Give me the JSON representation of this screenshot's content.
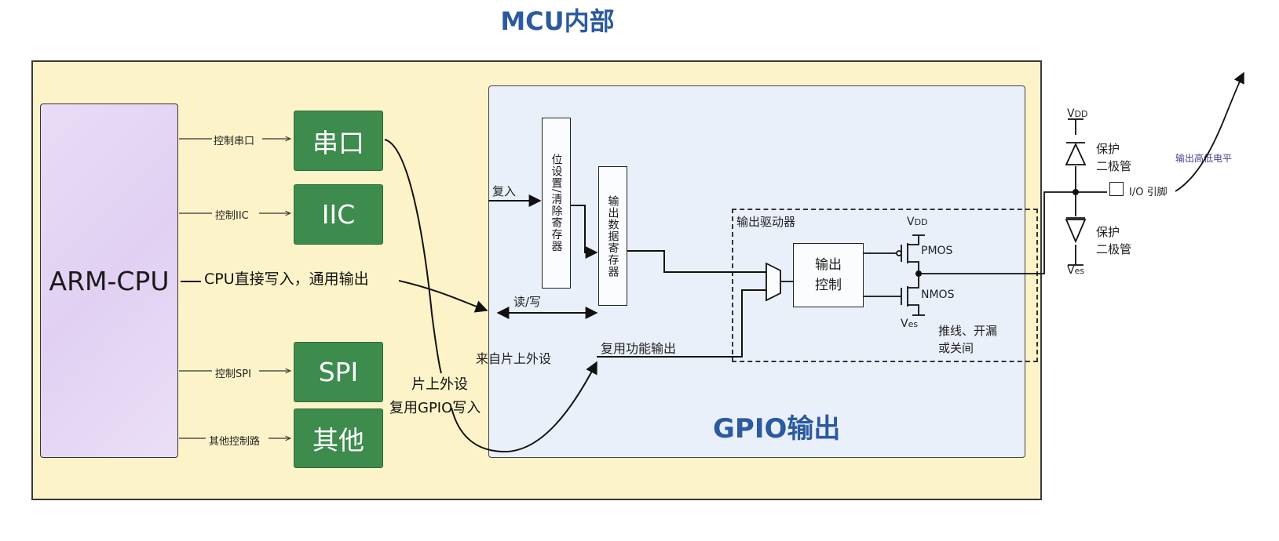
{
  "title": "MCU内部",
  "cpu": {
    "label": "ARM-CPU"
  },
  "peripherals": [
    {
      "label": "串口",
      "control": "控制串口"
    },
    {
      "label": "IIC",
      "control": "控制IIC"
    },
    {
      "label": "SPI",
      "control": "控制SPI"
    },
    {
      "label": "其他",
      "control": "其他控制路"
    }
  ],
  "cpu_direct_write": "CPU直接写入，通用输出",
  "onchip_write": {
    "line1": "片上外设",
    "line2": "复用GPIO写入"
  },
  "gpio": {
    "title": "GPIO输出",
    "write_in": "复入",
    "set_clear_register": "位设置/清除寄存器",
    "output_data_register": "输出数据寄存器",
    "read_write": "读/写",
    "from_onchip": "来自片上外设",
    "alt_output": "复用功能输出",
    "driver_label": "输出驱动器",
    "output_control": {
      "line1": "输出",
      "line2": "控制"
    },
    "pmos": "PMOS",
    "nmos": "NMOS",
    "vdd": {
      "v": "V",
      "sub": "DD"
    },
    "vss": {
      "v": "V",
      "sub": "es"
    },
    "mode_note": {
      "line1": "推线、开漏",
      "line2": "或关间"
    }
  },
  "pin_side": {
    "vdd": {
      "v": "V",
      "sub": "DD"
    },
    "vss": {
      "v": "V",
      "sub": "es"
    },
    "protect_top": {
      "line1": "保护",
      "line2": "二极管"
    },
    "protect_bottom": {
      "line1": "保护",
      "line2": "二极管"
    },
    "pin_label": "I/O 引脚",
    "output_level": "输出高低电平"
  },
  "colors": {
    "mcu_bg": "#fcf3c8",
    "cpu_bg": "#e6d7f5",
    "periph_bg": "#3d8b4d",
    "gpio_bg": "#eaf0fa",
    "title": "#2b5aa0"
  }
}
